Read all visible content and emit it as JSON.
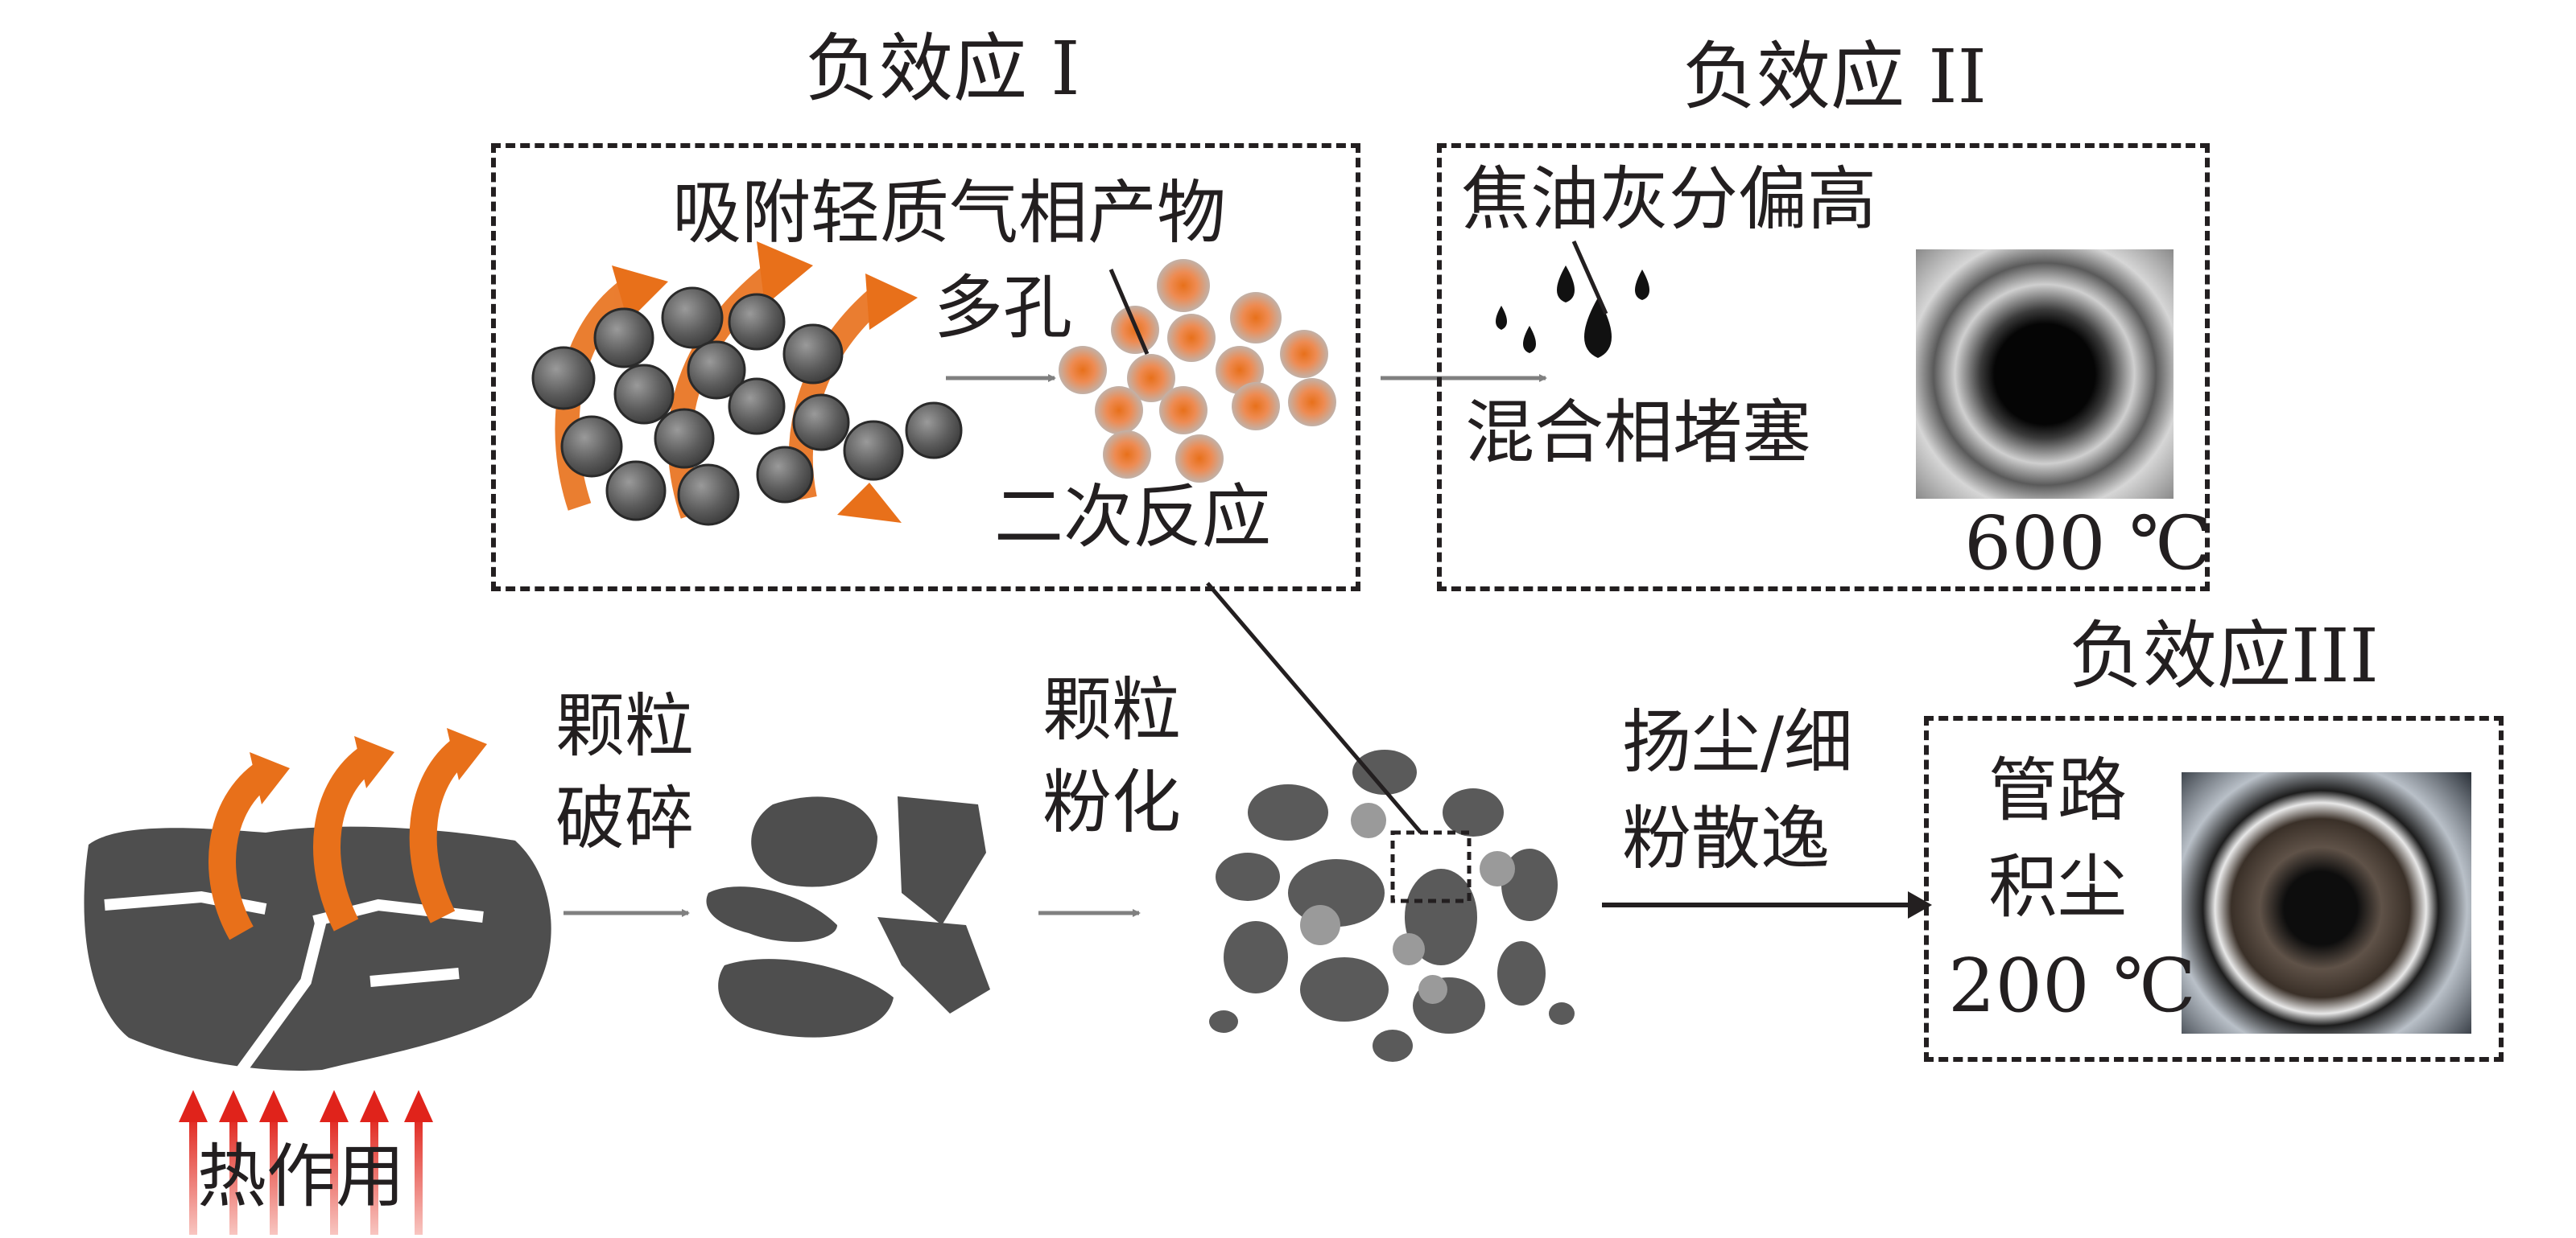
{
  "effects": {
    "effect1": {
      "title": "负效应 I",
      "adsorb_label": "吸附轻质气相产物",
      "porous_label": "多孔",
      "secondary_label": "二次反应"
    },
    "effect2": {
      "title": "负效应 II",
      "tar_ash_label": "焦油灰分偏高",
      "mixed_label": "混合相堵塞",
      "temp_label": "600 ℃"
    },
    "effect3": {
      "title": "负效应III",
      "pipe_label": "管路",
      "dust_label": "积尘",
      "temp_label": "200 ℃"
    }
  },
  "process": {
    "heat_label": "热作用",
    "break_label_1": "颗粒",
    "break_label_2": "破碎",
    "pulverize_label_1": "颗粒",
    "pulverize_label_2": "粉化",
    "dust_label_1": "扬尘/细",
    "dust_label_2": "粉散逸"
  },
  "colors": {
    "orange": "#e8701a",
    "particle_gray": "#555555",
    "heat_red": "#e0231b",
    "arrow_gray": "#808080",
    "line": "#231f20"
  }
}
